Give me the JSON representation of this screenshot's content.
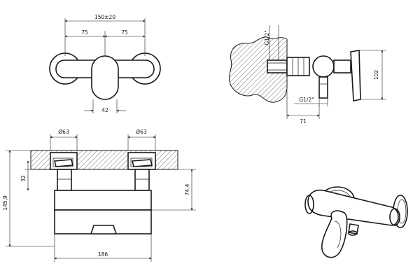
{
  "dimensions": {
    "front_top_span": "150±20",
    "front_left_half": "75",
    "front_right_half": "75",
    "front_handle_width": "42",
    "side_top_thread": "G1/2\"",
    "side_bottom_thread": "G1/2\"",
    "side_depth": "71",
    "side_height": "102",
    "section_left_dia": "Ø63",
    "section_right_dia": "Ø63",
    "section_wall_depth": "32",
    "section_total_height": "145,9",
    "section_body_height": "74,4",
    "section_body_width": "186"
  }
}
